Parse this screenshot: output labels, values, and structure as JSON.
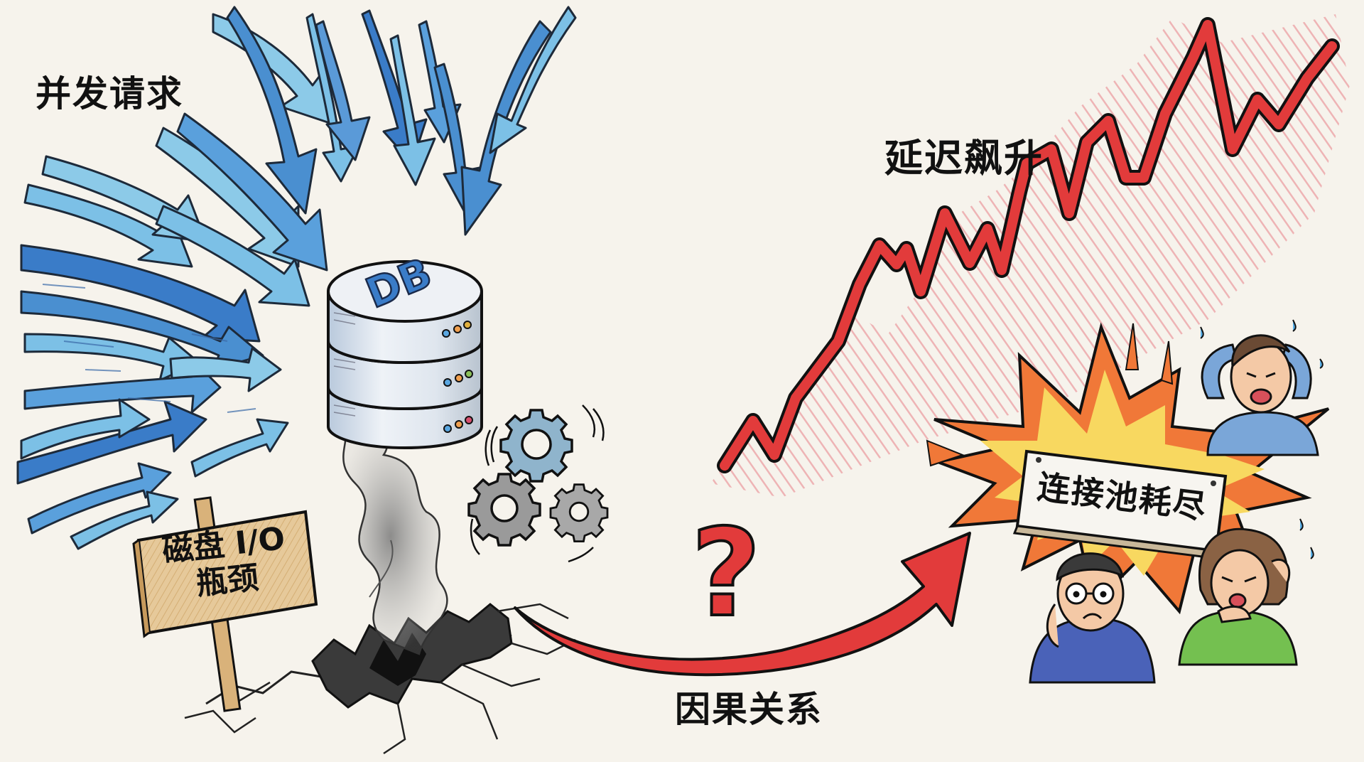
{
  "labels": {
    "concurrent_requests": "并发请求",
    "latency_spike": "延迟飙升",
    "causal_relation": "因果关系",
    "disk_io_line1": "磁盘 I/O",
    "disk_io_line2": "瓶颈",
    "pool_exhausted": "连接池耗尽",
    "db_badge": "DB",
    "question_mark": "?"
  },
  "scene": {
    "left_group": {
      "element": "incoming-arrows",
      "color_primary": "#4a8fd0",
      "color_light": "#7cc0e6",
      "target": "database"
    },
    "database": {
      "tiers": 3,
      "led_colors": [
        "#5aa7e0",
        "#f0a050",
        "#e0b040",
        "#8cc05a",
        "#d85070"
      ]
    },
    "gears": {
      "count": 3,
      "colors": [
        "#8fb4cc",
        "#9a9a9a",
        "#9a9a9a"
      ]
    },
    "crack": {
      "has_smoke": true
    },
    "causal_arrow": {
      "color": "#e23b3b",
      "direction": "left-to-right-up"
    },
    "latency_chart": {
      "line_color": "#e23b3b",
      "hatch_color": "#e87a80"
    },
    "explosion": {
      "outer_color": "#f07838",
      "inner_color": "#f8d860"
    },
    "people": [
      {
        "name": "man-top-holding-head",
        "shirt_color": "#7aa6d8"
      },
      {
        "name": "man-glasses-worried",
        "shirt_color": "#4a62b8"
      },
      {
        "name": "woman-crying",
        "shirt_color": "#74c050"
      }
    ]
  },
  "chart_data": {
    "type": "line",
    "title": "延迟飙升",
    "xlabel": "",
    "ylabel": "",
    "x": [
      0,
      1,
      2,
      3,
      4,
      5,
      6,
      7,
      8,
      9,
      10,
      11,
      12,
      13,
      14,
      15,
      16,
      17,
      18
    ],
    "values": [
      10,
      32,
      20,
      45,
      38,
      42,
      30,
      62,
      50,
      56,
      42,
      78,
      58,
      66,
      48,
      95,
      55,
      80,
      70
    ],
    "note": "Hand-drawn upward-trending jagged latency line; values are relative, no axes shown",
    "grid": false,
    "legend": "none"
  }
}
